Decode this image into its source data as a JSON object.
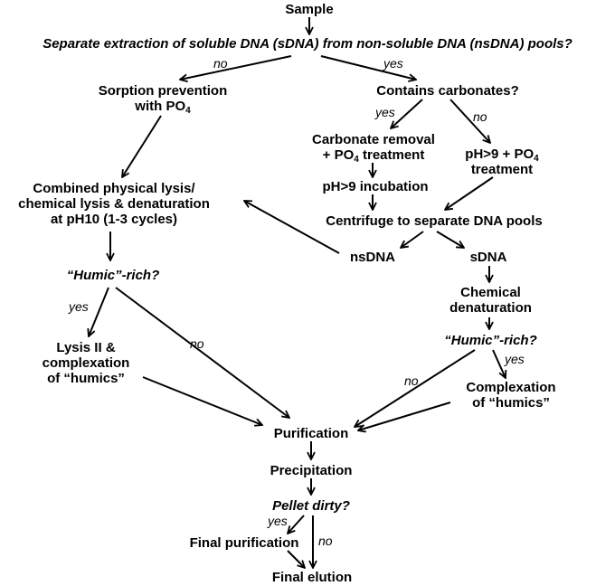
{
  "nodes": {
    "sample": "Sample",
    "separate_q": "Separate extraction of soluble DNA (sDNA) from non-soluble DNA (nsDNA) pools?",
    "sorption_1": "Sorption prevention",
    "sorption_2": "with PO",
    "sorption_sub": "4",
    "carbonates_q": "Contains carbonates?",
    "carb_removal_1": "Carbonate removal",
    "carb_removal_2": "+ PO",
    "carb_removal_sub": "4",
    "carb_removal_3": " treatment",
    "ph9po4_1": "pH>9 + PO",
    "ph9po4_sub": "4",
    "ph9po4_2": "treatment",
    "ph9_incubation": "pH>9 incubation",
    "combined_1": "Combined physical lysis/",
    "combined_2": "chemical lysis & denaturation",
    "combined_3": "at pH10 (1-3 cycles)",
    "centrifuge": "Centrifuge to separate DNA pools",
    "nsdna": "nsDNA",
    "sdna": "sDNA",
    "humic_left_q": "“Humic”-rich?",
    "chem_denat_1": "Chemical",
    "chem_denat_2": "denaturation",
    "humic_right_q": "“Humic”-rich?",
    "lysis2_1": "Lysis II &",
    "lysis2_2": "complexation",
    "lysis2_3": "of “humics”",
    "complex_1": "Complexation",
    "complex_2": "of “humics”",
    "purification": "Purification",
    "precipitation": "Precipitation",
    "pellet_q": "Pellet dirty?",
    "final_purification": "Final purification",
    "final_elution": "Final elution"
  },
  "edge_labels": {
    "sep_no": "no",
    "sep_yes": "yes",
    "carb_yes": "yes",
    "carb_no": "no",
    "humicL_yes": "yes",
    "humicL_no": "no",
    "humicR_no": "no",
    "humicR_yes": "yes",
    "pellet_yes": "yes",
    "pellet_no": "no"
  },
  "colors": {
    "line": "#000000",
    "text": "#000000",
    "background": "#ffffff"
  }
}
